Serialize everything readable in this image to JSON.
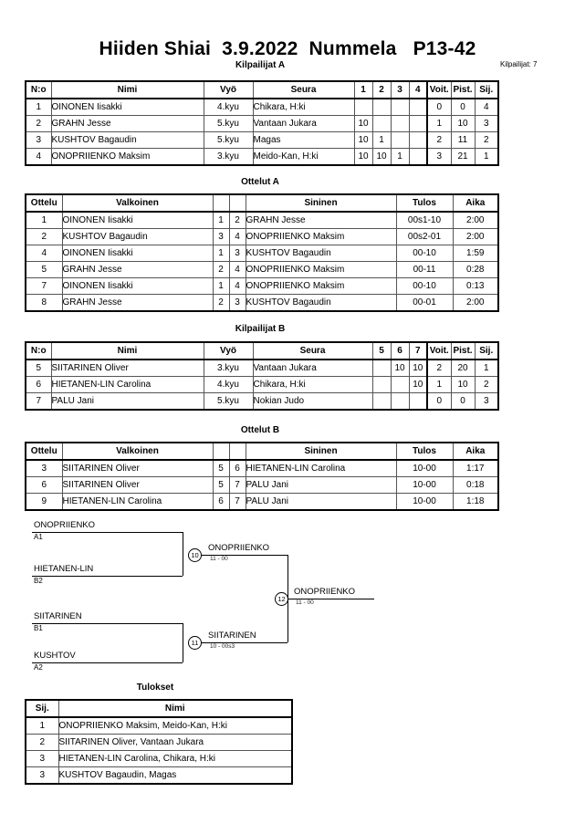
{
  "header": {
    "title": "Hiiden Shiai  3.9.2022  Nummela   P13-42",
    "entrants_label": "Kilpailijat: 7"
  },
  "sections": {
    "pool_a_caption": "Kilpailijat A",
    "matches_a_caption": "Ottelut A",
    "pool_b_caption": "Kilpailijat B",
    "matches_b_caption": "Ottelut B",
    "results_caption": "Tulokset"
  },
  "pool_a": {
    "headers": {
      "no": "N:o",
      "name": "Nimi",
      "belt": "Vyö",
      "club": "Seura",
      "opp": [
        "1",
        "2",
        "3",
        "4"
      ],
      "wins": "Voit.",
      "points": "Pist.",
      "rank": "Sij."
    },
    "rows": [
      {
        "no": "1",
        "name": "OINONEN Iisakki",
        "belt": "4.kyu",
        "club": "Chikara, H:ki",
        "opp": [
          "",
          "",
          "",
          ""
        ],
        "wins": "0",
        "points": "0",
        "rank": "4"
      },
      {
        "no": "2",
        "name": "GRAHN Jesse",
        "belt": "5.kyu",
        "club": "Vantaan Jukara",
        "opp": [
          "10",
          "",
          "",
          ""
        ],
        "wins": "1",
        "points": "10",
        "rank": "3"
      },
      {
        "no": "3",
        "name": "KUSHTOV Bagaudin",
        "belt": "5.kyu",
        "club": "Magas",
        "opp": [
          "10",
          "1",
          "",
          ""
        ],
        "wins": "2",
        "points": "11",
        "rank": "2"
      },
      {
        "no": "4",
        "name": "ONOPRIIENKO Maksim",
        "belt": "3.kyu",
        "club": "Meido-Kan, H:ki",
        "opp": [
          "10",
          "10",
          "1",
          ""
        ],
        "wins": "3",
        "points": "21",
        "rank": "1"
      }
    ]
  },
  "matches_a": {
    "headers": {
      "match": "Ottelu",
      "white": "Valkoinen",
      "blue": "Sininen",
      "result": "Tulos",
      "time": "Aika"
    },
    "rows": [
      {
        "match": "1",
        "white": "OINONEN Iisakki",
        "white_no": "1",
        "blue_no": "2",
        "blue": "GRAHN Jesse",
        "result": "00s1-10",
        "time": "2:00"
      },
      {
        "match": "2",
        "white": "KUSHTOV Bagaudin",
        "white_no": "3",
        "blue_no": "4",
        "blue": "ONOPRIIENKO Maksim",
        "result": "00s2-01",
        "time": "2:00"
      },
      {
        "match": "4",
        "white": "OINONEN Iisakki",
        "white_no": "1",
        "blue_no": "3",
        "blue": "KUSHTOV Bagaudin",
        "result": "00-10",
        "time": "1:59"
      },
      {
        "match": "5",
        "white": "GRAHN Jesse",
        "white_no": "2",
        "blue_no": "4",
        "blue": "ONOPRIIENKO Maksim",
        "result": "00-11",
        "time": "0:28"
      },
      {
        "match": "7",
        "white": "OINONEN Iisakki",
        "white_no": "1",
        "blue_no": "4",
        "blue": "ONOPRIIENKO Maksim",
        "result": "00-10",
        "time": "0:13"
      },
      {
        "match": "8",
        "white": "GRAHN Jesse",
        "white_no": "2",
        "blue_no": "3",
        "blue": "KUSHTOV Bagaudin",
        "result": "00-01",
        "time": "2:00"
      }
    ]
  },
  "pool_b": {
    "headers": {
      "no": "N:o",
      "name": "Nimi",
      "belt": "Vyö",
      "club": "Seura",
      "opp": [
        "5",
        "6",
        "7"
      ],
      "wins": "Voit.",
      "points": "Pist.",
      "rank": "Sij."
    },
    "rows": [
      {
        "no": "5",
        "name": "SIITARINEN Oliver",
        "belt": "3.kyu",
        "club": "Vantaan Jukara",
        "opp": [
          "",
          "10",
          "10"
        ],
        "wins": "2",
        "points": "20",
        "rank": "1"
      },
      {
        "no": "6",
        "name": "HIETANEN-LIN Carolina",
        "belt": "4.kyu",
        "club": "Chikara, H:ki",
        "opp": [
          "",
          "",
          "10"
        ],
        "wins": "1",
        "points": "10",
        "rank": "2"
      },
      {
        "no": "7",
        "name": "PALU Jani",
        "belt": "5.kyu",
        "club": "Nokian Judo",
        "opp": [
          "",
          "",
          ""
        ],
        "wins": "0",
        "points": "0",
        "rank": "3"
      }
    ]
  },
  "matches_b": {
    "headers": {
      "match": "Ottelu",
      "white": "Valkoinen",
      "blue": "Sininen",
      "result": "Tulos",
      "time": "Aika"
    },
    "rows": [
      {
        "match": "3",
        "white": "SIITARINEN Oliver",
        "white_no": "5",
        "blue_no": "6",
        "blue": "HIETANEN-LIN Carolina",
        "result": "10-00",
        "time": "1:17"
      },
      {
        "match": "6",
        "white": "SIITARINEN Oliver",
        "white_no": "5",
        "blue_no": "7",
        "blue": "PALU Jani",
        "result": "10-00",
        "time": "0:18"
      },
      {
        "match": "9",
        "white": "HIETANEN-LIN Carolina",
        "white_no": "6",
        "blue_no": "7",
        "blue": "PALU Jani",
        "result": "10-00",
        "time": "1:18"
      }
    ]
  },
  "bracket": {
    "entries": [
      {
        "name": "ONOPRIIENKO",
        "seed": "A1"
      },
      {
        "name": "HIETANEN-LIN",
        "seed": "B2"
      },
      {
        "name": "SIITARINEN",
        "seed": "B1"
      },
      {
        "name": "KUSHTOV",
        "seed": "A2"
      }
    ],
    "semifinals": [
      {
        "number": "10",
        "winner": "ONOPRIIENKO",
        "score": "11 - 00"
      },
      {
        "number": "11",
        "winner": "SIITARINEN",
        "score": "10 - 00s3"
      }
    ],
    "final": {
      "number": "12",
      "winner": "ONOPRIIENKO",
      "score": "11 - 00"
    }
  },
  "results": {
    "headers": {
      "rank": "Sij.",
      "name": "Nimi"
    },
    "rows": [
      {
        "rank": "1",
        "name": "ONOPRIIENKO Maksim, Meido-Kan, H:ki"
      },
      {
        "rank": "2",
        "name": "SIITARINEN Oliver, Vantaan Jukara"
      },
      {
        "rank": "3",
        "name": "HIETANEN-LIN Carolina, Chikara, H:ki"
      },
      {
        "rank": "3",
        "name": "KUSHTOV Bagaudin, Magas"
      }
    ]
  }
}
